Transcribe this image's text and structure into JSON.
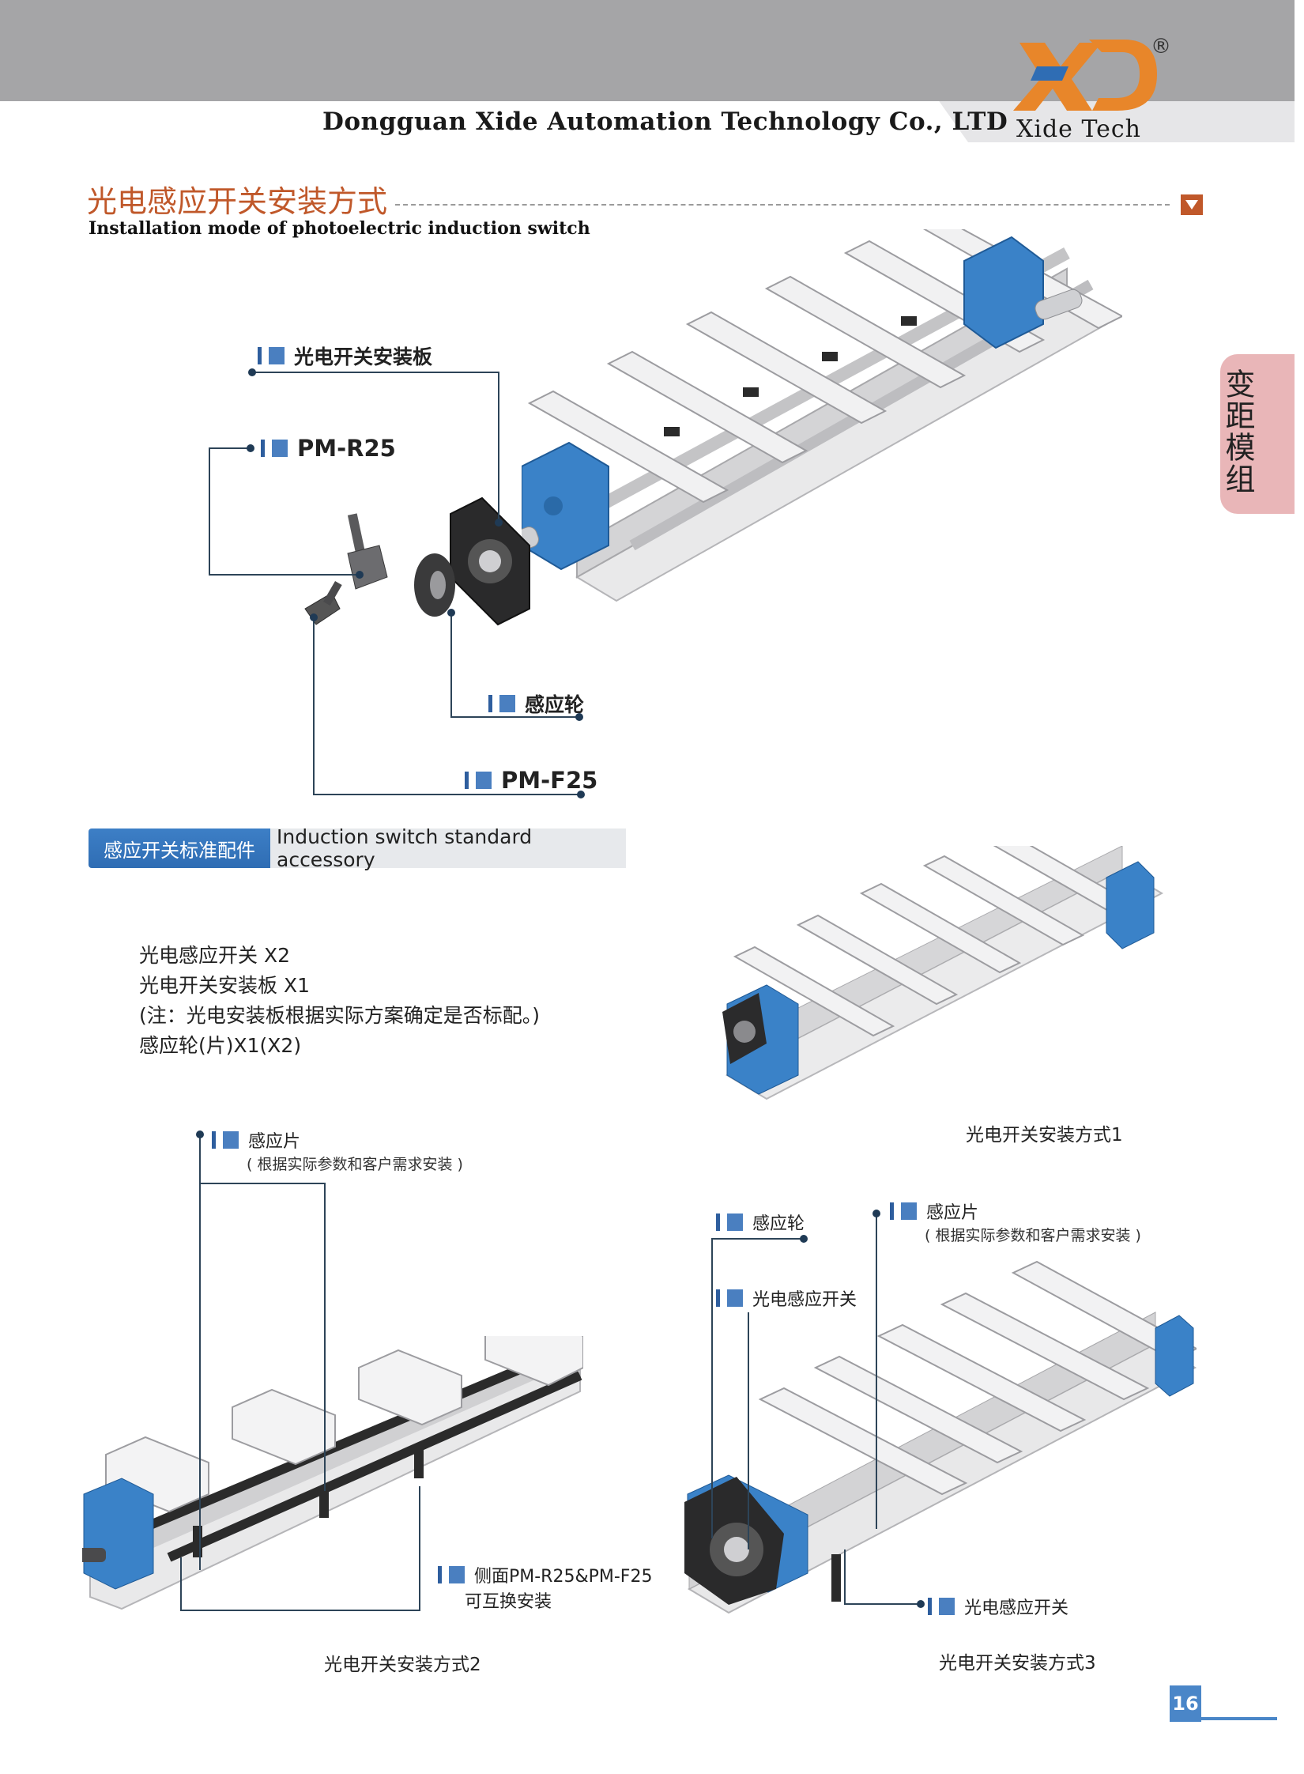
{
  "header": {
    "company": "Dongguan Xide Automation Technology Co., LTD",
    "logo_text": "XD",
    "logo_reg": "®",
    "logo_sub": "Xide Tech"
  },
  "side_tab": "变距模组",
  "section": {
    "title_cn": "光电感应开关安装方式",
    "title_en": "Installation mode of photoelectric induction switch"
  },
  "diagram_top": {
    "plate_label": "光电开关安装板",
    "r25_label": "PM-R25",
    "wheel_label": "感应轮",
    "f25_label": "PM-F25"
  },
  "accessory": {
    "label_cn": "感应开关标准配件",
    "label_en": "Induction switch standard accessory",
    "items": [
      "光电感应开关 X2",
      "光电开关安装板 X1",
      "(注：光电安装板根据实际方案确定是否标配。)",
      "感应轮(片)X1(X2)"
    ]
  },
  "mode1": {
    "caption": "光电开关安装方式1"
  },
  "mode2": {
    "sensor_piece": "感应片",
    "sensor_piece_note": "( 根据实际参数和客户需求安装 )",
    "side_note_1": "侧面PM-R25&PM-F25",
    "side_note_2": "可互换安装",
    "caption": "光电开关安装方式2"
  },
  "mode3": {
    "wheel": "感应轮",
    "sensor_piece": "感应片",
    "sensor_piece_note": "( 根据实际参数和客户需求安装 )",
    "switch_top": "光电感应开关",
    "switch_bottom": "光电感应开关",
    "caption": "光电开关安装方式3"
  },
  "page_number": "16",
  "colors": {
    "accent_orange": "#c0582a",
    "accent_blue": "#3d7fc6",
    "header_gray": "#a5a5a7",
    "tab_pink": "#e9b6b8"
  }
}
